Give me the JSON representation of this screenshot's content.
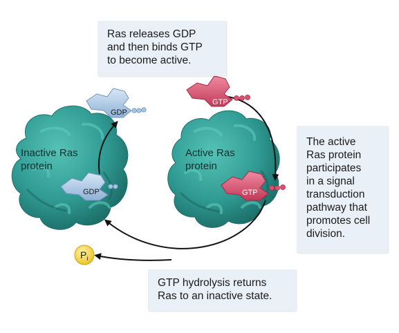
{
  "notes": {
    "top": [
      "Ras releases GDP",
      "and then binds GTP",
      "to become active."
    ],
    "right": [
      "The active",
      "Ras protein",
      "participates",
      "in a signal",
      "transduction",
      "pathway that",
      "promotes cell",
      "division."
    ],
    "bottom": [
      "GTP hydrolysis returns",
      "Ras to an inactive state."
    ]
  },
  "proteins": {
    "inactive": [
      "Inactive Ras",
      "protein"
    ],
    "active": [
      "Active Ras",
      "protein"
    ]
  },
  "molecules": {
    "gdp": "GDP",
    "gtp": "GTP",
    "pi_main": "P",
    "pi_sub": "i"
  },
  "colors": {
    "protein": "#2f9a92",
    "protein_dark": "#1d6f69",
    "gdp": "#a9c6e4",
    "gtp": "#d9536f",
    "pi": "#f6d645",
    "note_bg": "#e9f0f7",
    "arrow": "#111111"
  }
}
